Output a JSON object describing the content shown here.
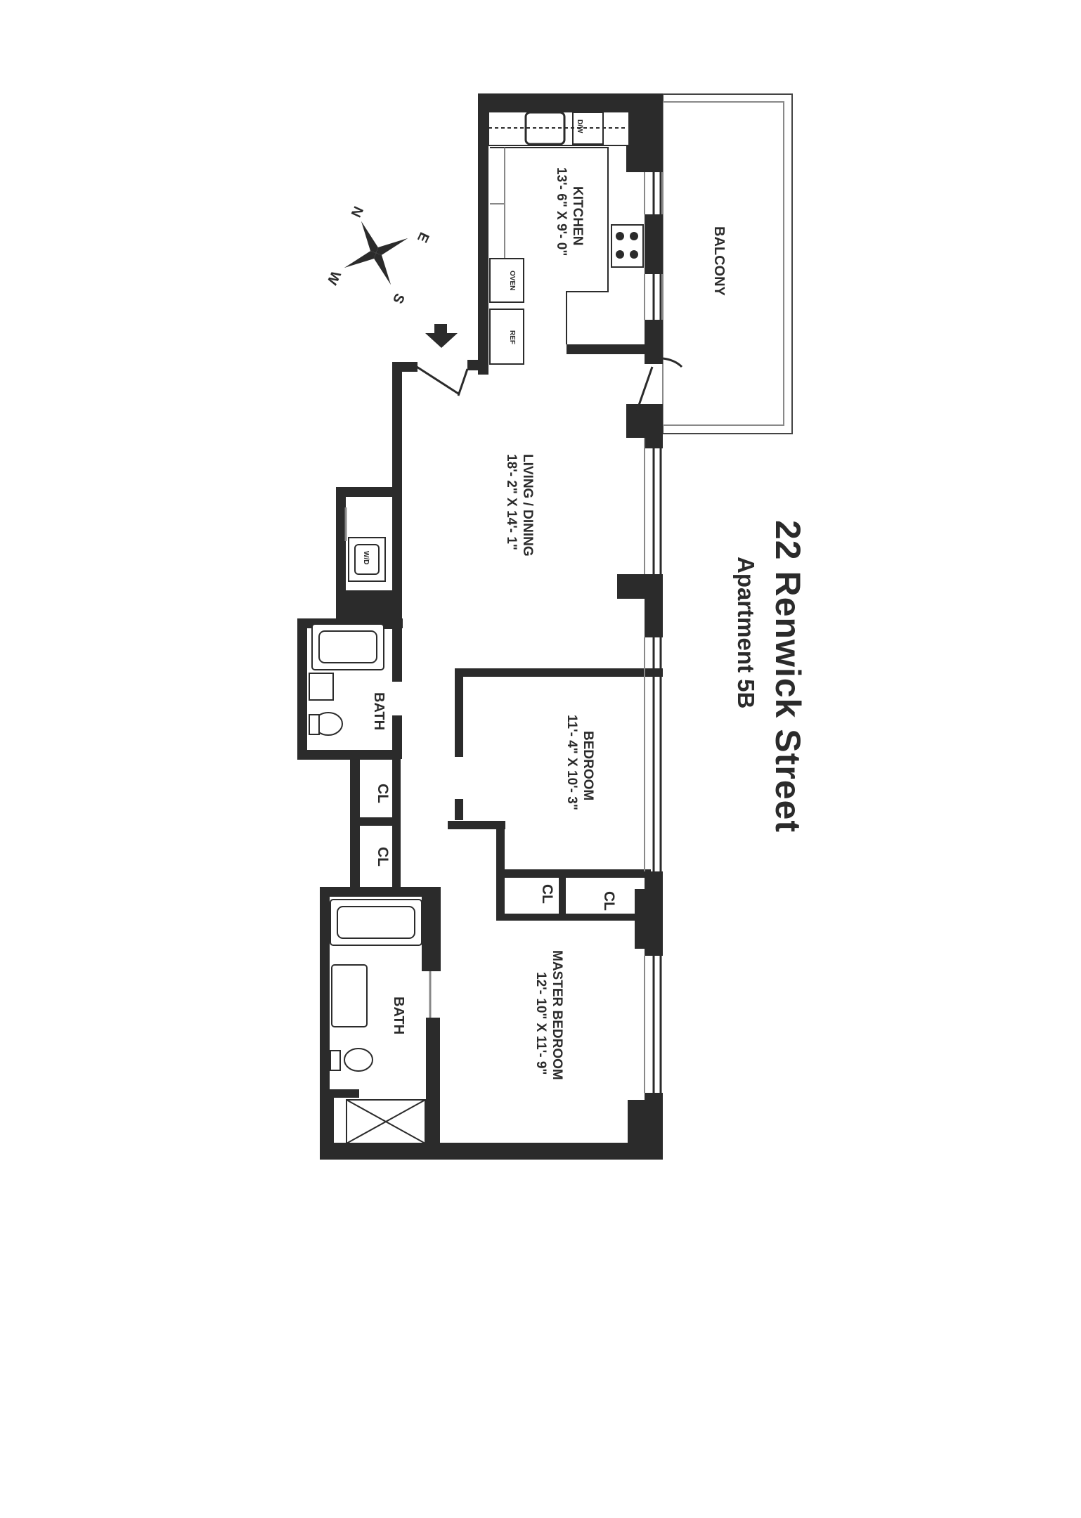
{
  "title": {
    "address": "22 Renwick Street",
    "unit": "Apartment 5B"
  },
  "compass": {
    "n": "N",
    "e": "E",
    "s": "S",
    "w": "W"
  },
  "rooms": {
    "kitchen": {
      "name": "KITCHEN",
      "dims": "13'- 6\" X 9'- 0\""
    },
    "balcony": {
      "name": "BALCONY"
    },
    "living": {
      "name": "LIVING / DINING",
      "dims": "18'- 2\" X 14'- 1\""
    },
    "bedroom": {
      "name": "BEDROOM",
      "dims": "11'- 4\" X 10'- 3\""
    },
    "master": {
      "name": "MASTER BEDROOM",
      "dims": "12'- 10\" X 11'- 9\""
    },
    "bath1": {
      "name": "BATH"
    },
    "bath2": {
      "name": "BATH"
    }
  },
  "closets": [
    "CL",
    "CL",
    "CL",
    "CL"
  ],
  "appliances": {
    "dishwasher": "D/W",
    "oven": "OVEN",
    "fridge": "REF",
    "washer_dryer": "W/D"
  },
  "colors": {
    "ink": "#2b2b2b",
    "background": "#ffffff"
  }
}
